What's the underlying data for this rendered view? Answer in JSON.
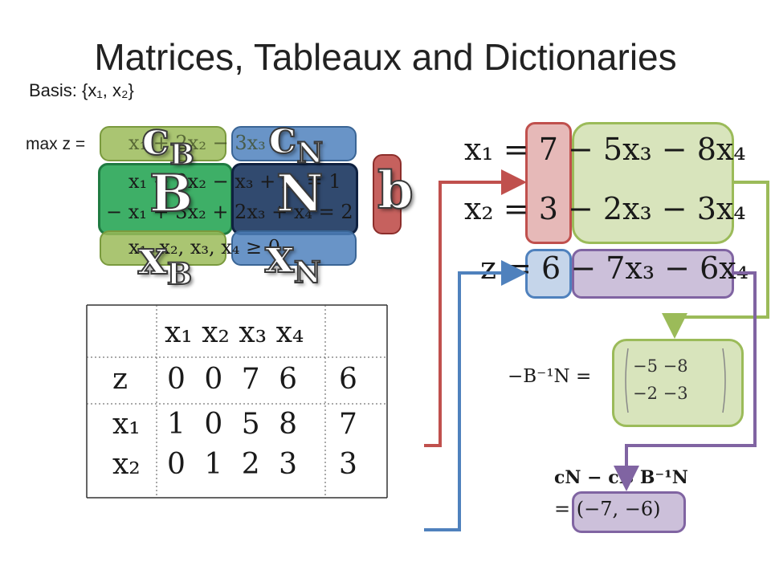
{
  "title": "Matrices, Tableaux and Dictionaries",
  "basis_label": "Basis: {x₁, x₂}",
  "lp": {
    "objective_prefix": "max z =",
    "objective": "x₁ + 2x₂ − 3x₃",
    "constraint1": "x₁ + 2x₂ − x₃ + x₄ = 1",
    "constraint2": "− x₁ + 3x₂ + 2x₃ + x₄ = 2",
    "nonneg": "x₁, x₂, x₃, x₄ ≥ 0"
  },
  "labels": {
    "cB": "c",
    "cB_sub": "B",
    "cN": "c",
    "cN_sub": "N",
    "B": "B",
    "N": "N",
    "b": "b",
    "xB": "x",
    "xB_sub": "B",
    "xN": "x",
    "xN_sub": "N"
  },
  "tableau": {
    "header": [
      "x₁",
      "x₂",
      "x₃",
      "x₄"
    ],
    "z_row_label": "z",
    "z_row": [
      "0",
      "0",
      "7",
      "6"
    ],
    "z_rhs": "6",
    "rows": [
      {
        "label": "x₁",
        "values": [
          "1",
          "0",
          "5",
          "8"
        ],
        "rhs": "7"
      },
      {
        "label": "x₂",
        "values": [
          "0",
          "1",
          "2",
          "3"
        ],
        "rhs": "3"
      }
    ]
  },
  "dictionary": {
    "row1_lhs": "x₁ =",
    "row1_const": "7",
    "row1_rest": "− 5x₃ − 8x₄",
    "row2_lhs": "x₂ =",
    "row2_const": "3",
    "row2_rest": "− 2x₃ − 3x₄",
    "z_lhs": "z =",
    "z_const": "6",
    "z_rest": "− 7x₃ − 6x₄"
  },
  "neg_binv_n": {
    "label": "−B⁻¹N =",
    "row1": [
      "−5",
      "−8"
    ],
    "row2": [
      "−2",
      "−3"
    ]
  },
  "reduced_cost": {
    "label": "cN − cB B⁻¹N",
    "value": "= (−7, −6)"
  },
  "colors": {
    "green_light": "#9bbb59",
    "green_dark": "#2ea85a",
    "blue": "#4f81bd",
    "navy": "#1f3b63",
    "red": "#c0504d",
    "purple": "#8064a2",
    "purple_light": "#ccc0da",
    "blue_light": "#c5d5ea",
    "green_fill": "#d8e4bc"
  }
}
